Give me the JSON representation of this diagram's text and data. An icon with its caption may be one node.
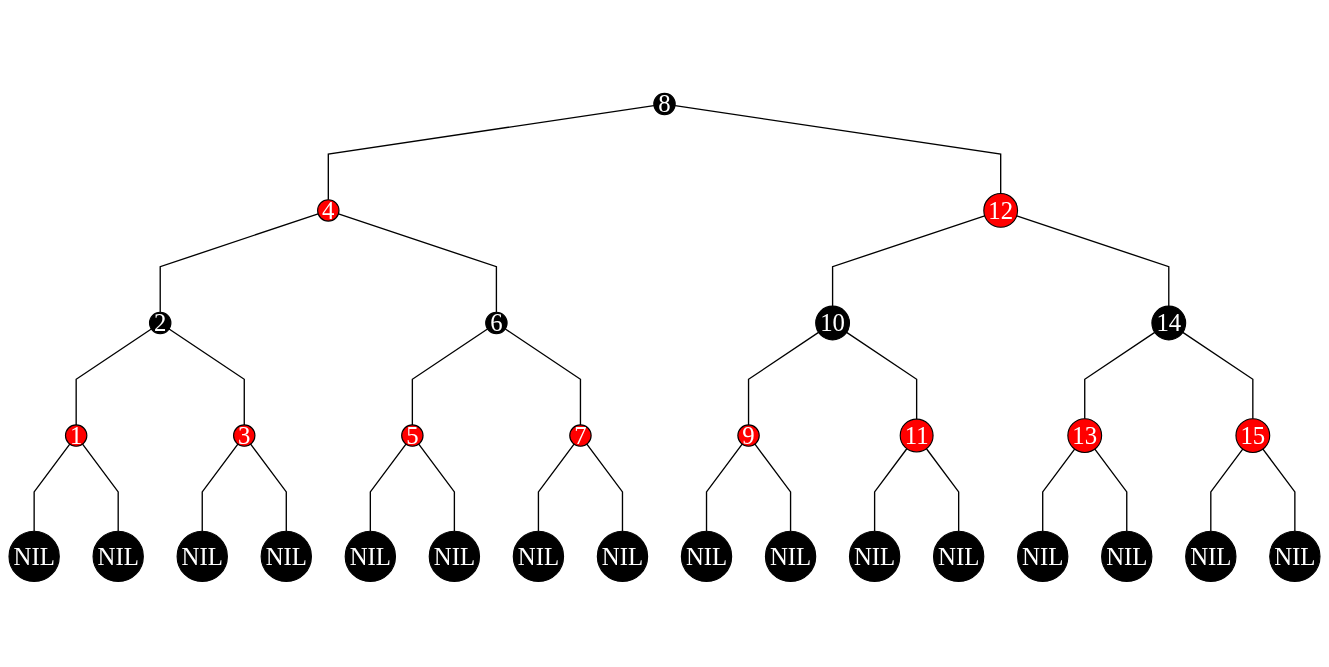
{
  "diagram": {
    "nodes": [
      {
        "text": [
          "8"
        ]
      },
      {
        "text": [
          "4"
        ]
      },
      {
        "text": [
          "12"
        ]
      },
      {
        "text": [
          "2"
        ]
      },
      {
        "text": [
          "6"
        ]
      },
      {
        "text": [
          "10"
        ]
      },
      {
        "text": [
          "14"
        ]
      },
      {
        "text": [
          "1"
        ]
      },
      {
        "text": [
          "3"
        ]
      },
      {
        "text": [
          "5"
        ]
      },
      {
        "text": [
          "7"
        ]
      },
      {
        "text": [
          "9"
        ]
      },
      {
        "text": [
          "11"
        ]
      },
      {
        "text": [
          "13"
        ]
      },
      {
        "text": [
          "15"
        ]
      },
      {
        "text": [
          "NIL"
        ]
      },
      {
        "text": [
          "NIL"
        ]
      },
      {
        "text": [
          "NIL"
        ]
      },
      {
        "text": [
          "NIL"
        ]
      },
      {
        "text": [
          "NIL"
        ]
      },
      {
        "text": [
          "NIL"
        ]
      },
      {
        "text": [
          "NIL"
        ]
      },
      {
        "text": [
          "NIL"
        ]
      },
      {
        "text": [
          "NIL"
        ]
      },
      {
        "text": [
          "NIL"
        ]
      },
      {
        "text": [
          "NIL"
        ]
      },
      {
        "text": [
          "NIL"
        ]
      },
      {
        "text": [
          "NIL"
        ]
      },
      {
        "text": [
          "NIL"
        ]
      },
      {
        "text": [
          "NIL"
        ]
      },
      {
        "text": [
          "NIL"
        ]
      }
    ],
    "edges": [
      {
        "from": 0,
        "to": 1,
        "arrow": "none"
      },
      {
        "from": 0,
        "to": 2,
        "arrow": "none"
      },
      {
        "from": 1,
        "to": 3,
        "arrow": "none"
      },
      {
        "from": 1,
        "to": 4,
        "arrow": "none"
      },
      {
        "from": 2,
        "to": 5,
        "arrow": "none"
      },
      {
        "from": 2,
        "to": 6,
        "arrow": "none"
      },
      {
        "from": 3,
        "to": 7,
        "arrow": "none"
      },
      {
        "from": 3,
        "to": 8,
        "arrow": "none"
      },
      {
        "from": 4,
        "to": 9,
        "arrow": "none"
      },
      {
        "from": 4,
        "to": 10,
        "arrow": "none"
      },
      {
        "from": 5,
        "to": 11,
        "arrow": "none"
      },
      {
        "from": 5,
        "to": 12,
        "arrow": "none"
      },
      {
        "from": 6,
        "to": 13,
        "arrow": "none"
      },
      {
        "from": 6,
        "to": 14,
        "arrow": "none"
      },
      {
        "from": 7,
        "to": 15,
        "arrow": "none"
      },
      {
        "from": 7,
        "to": 16,
        "arrow": "none"
      },
      {
        "from": 8,
        "to": 17,
        "arrow": "none"
      },
      {
        "from": 8,
        "to": 18,
        "arrow": "none"
      },
      {
        "from": 9,
        "to": 19,
        "arrow": "none"
      },
      {
        "from": 9,
        "to": 20,
        "arrow": "none"
      },
      {
        "from": 10,
        "to": 21,
        "arrow": "none"
      },
      {
        "from": 10,
        "to": 22,
        "arrow": "none"
      },
      {
        "from": 11,
        "to": 23,
        "arrow": "none"
      },
      {
        "from": 11,
        "to": 24,
        "arrow": "none"
      },
      {
        "from": 12,
        "to": 25,
        "arrow": "none"
      },
      {
        "from": 12,
        "to": 26,
        "arrow": "none"
      },
      {
        "from": 13,
        "to": 27,
        "arrow": "none"
      },
      {
        "from": 13,
        "to": 28,
        "arrow": "none"
      },
      {
        "from": 14,
        "to": 29,
        "arrow": "none"
      },
      {
        "from": 14,
        "to": 30,
        "arrow": "none"
      }
    ]
  }
}
